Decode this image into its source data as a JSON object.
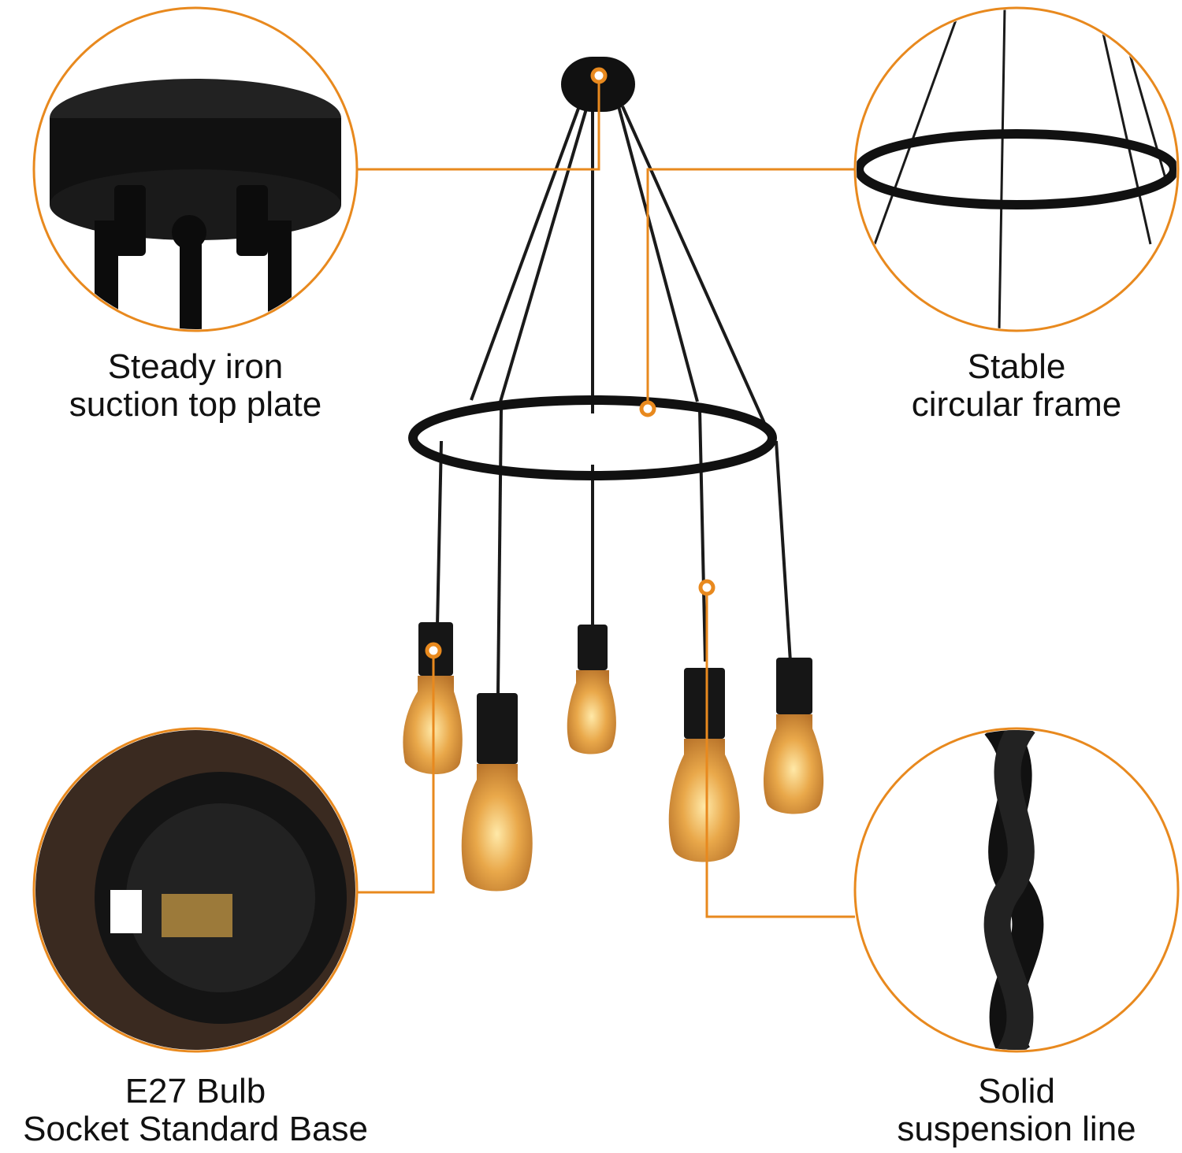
{
  "accent_color": "#E8891E",
  "features": [
    {
      "id": "top-plate",
      "lines": [
        "Steady iron",
        "suction top plate"
      ],
      "icon": "ceiling-plate-closeup"
    },
    {
      "id": "circular-frame",
      "lines": [
        "Stable",
        "circular frame"
      ],
      "icon": "ring-frame-closeup"
    },
    {
      "id": "bulb-socket",
      "lines": [
        "E27 Bulb",
        "Socket Standard Base"
      ],
      "icon": "socket-closeup"
    },
    {
      "id": "suspension-line",
      "lines": [
        "Solid",
        "suspension line"
      ],
      "icon": "braided-cord-closeup"
    }
  ]
}
